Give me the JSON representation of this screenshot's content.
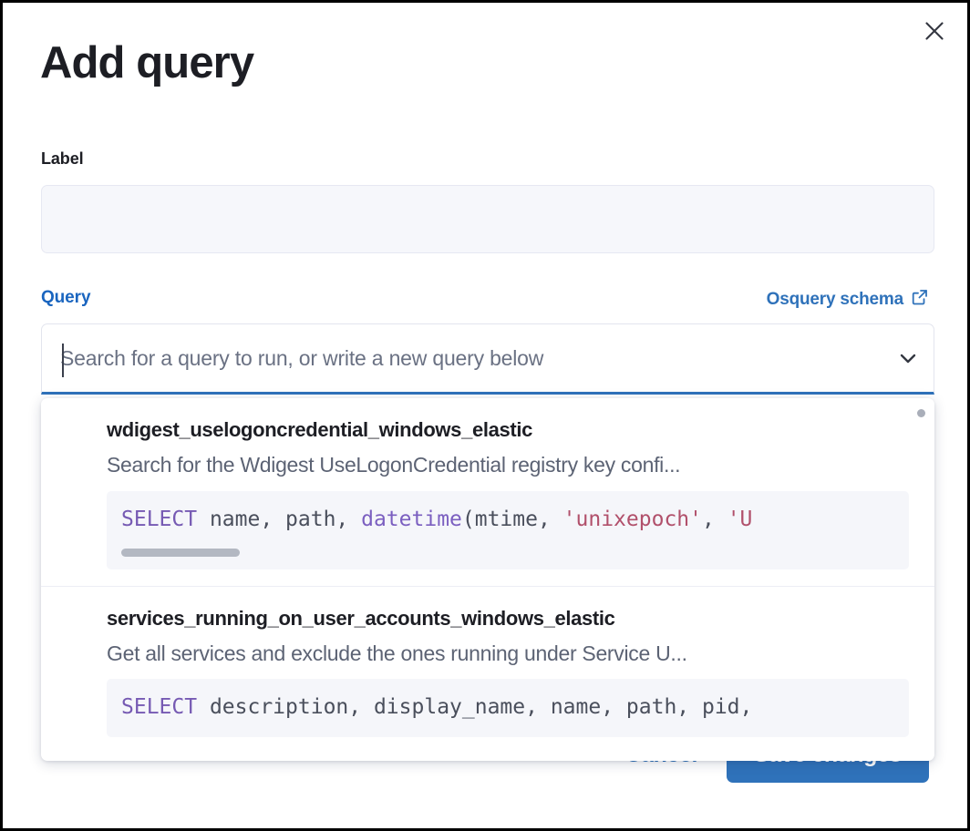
{
  "modal": {
    "title": "Add query",
    "close_icon": "close-icon"
  },
  "label_field": {
    "label": "Label",
    "value": "",
    "placeholder": ""
  },
  "query_field": {
    "label": "Query",
    "schema_link": "Osquery schema",
    "schema_link_icon": "external-link-icon",
    "input_value": "",
    "placeholder": "Search for a query to run, or write a new query below",
    "chevron_icon": "chevron-down-icon"
  },
  "dropdown": {
    "options": [
      {
        "title": "wdigest_uselogoncredential_windows_elastic",
        "description": "Search for the Wdigest UseLogonCredential registry key confi...",
        "code_tokens": [
          {
            "t": "SELECT",
            "c": "kw"
          },
          {
            "t": " name, path, ",
            "c": "pl"
          },
          {
            "t": "datetime",
            "c": "fn"
          },
          {
            "t": "(mtime, ",
            "c": "pl"
          },
          {
            "t": "'unixepoch'",
            "c": "str"
          },
          {
            "t": ", ",
            "c": "pl"
          },
          {
            "t": "'U",
            "c": "str"
          }
        ]
      },
      {
        "title": "services_running_on_user_accounts_windows_elastic",
        "description": "Get all services and exclude the ones running under Service U...",
        "code_tokens": [
          {
            "t": "SELECT",
            "c": "kw"
          },
          {
            "t": " description, display_name, name, path, pid,",
            "c": "pl"
          }
        ]
      }
    ]
  },
  "footer": {
    "cancel_label": "Cancel",
    "save_label": "Save changes"
  },
  "colors": {
    "accent_blue": "#2f72ba",
    "link_blue": "#1a65bf",
    "sql_keyword": "#765ab3",
    "sql_function": "#7b5fc0",
    "sql_string": "#b1506b",
    "code_background": "#f5f6fa",
    "input_background": "#f6f7fb",
    "text_primary": "#1d1e24",
    "text_muted": "#5c6374"
  }
}
